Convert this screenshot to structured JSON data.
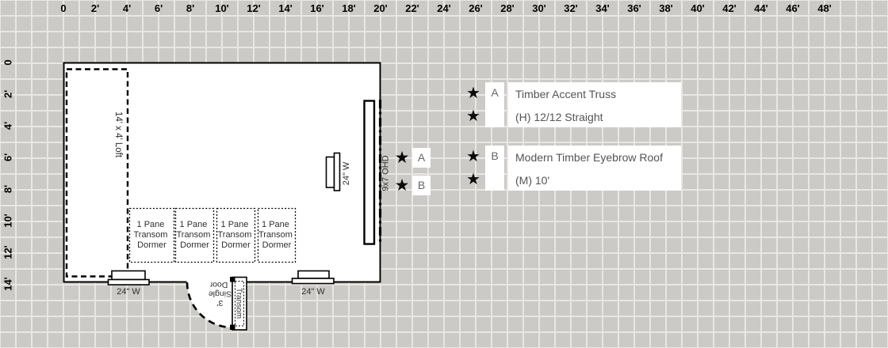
{
  "rulers": {
    "top": [
      "0",
      "2'",
      "4'",
      "6'",
      "8'",
      "10'",
      "12'",
      "14'",
      "16'",
      "18'",
      "20'",
      "22'",
      "24'",
      "26'",
      "28'",
      "30'",
      "32'",
      "34'",
      "36'",
      "38'",
      "40'",
      "42'",
      "44'",
      "46'",
      "48'"
    ],
    "left": [
      "0",
      "2'",
      "4'",
      "6'",
      "8'",
      "10'",
      "12'",
      "14'"
    ]
  },
  "plan": {
    "loft_label": "14' x 4' Loft",
    "dormers": [
      {
        "lines": [
          "1 Pane",
          "Transom",
          "Dormer"
        ]
      },
      {
        "lines": [
          "1 Pane",
          "Transom",
          "Dormer"
        ]
      },
      {
        "lines": [
          "1 Pane",
          "Transom",
          "Dormer"
        ]
      },
      {
        "lines": [
          "1 Pane",
          "Transom",
          "Dormer"
        ]
      }
    ],
    "windows": {
      "bottom_left": "24\" W",
      "bottom_right": "24\" W",
      "interior": "24\" W"
    },
    "overhead_door_label": "9x7 OHD",
    "door": {
      "lines": [
        "3'",
        "Single",
        "Door"
      ],
      "transom": "Transom"
    }
  },
  "markers": {
    "a": "A",
    "b": "B"
  },
  "legend": [
    {
      "letter": "A",
      "title": "Timber Accent Truss",
      "subtitle": "(H) 12/12 Straight"
    },
    {
      "letter": "B",
      "title": "Modern Timber Eyebrow Roof",
      "subtitle": "(M) 10'"
    }
  ],
  "icons": {
    "star": "★"
  },
  "colors": {
    "grid_bg": "#cccac6",
    "grid_line": "#e9e7e3",
    "wall": "#000000",
    "panel": "#ffffff",
    "legend_text": "#545454",
    "marker_letter": "#666666"
  }
}
